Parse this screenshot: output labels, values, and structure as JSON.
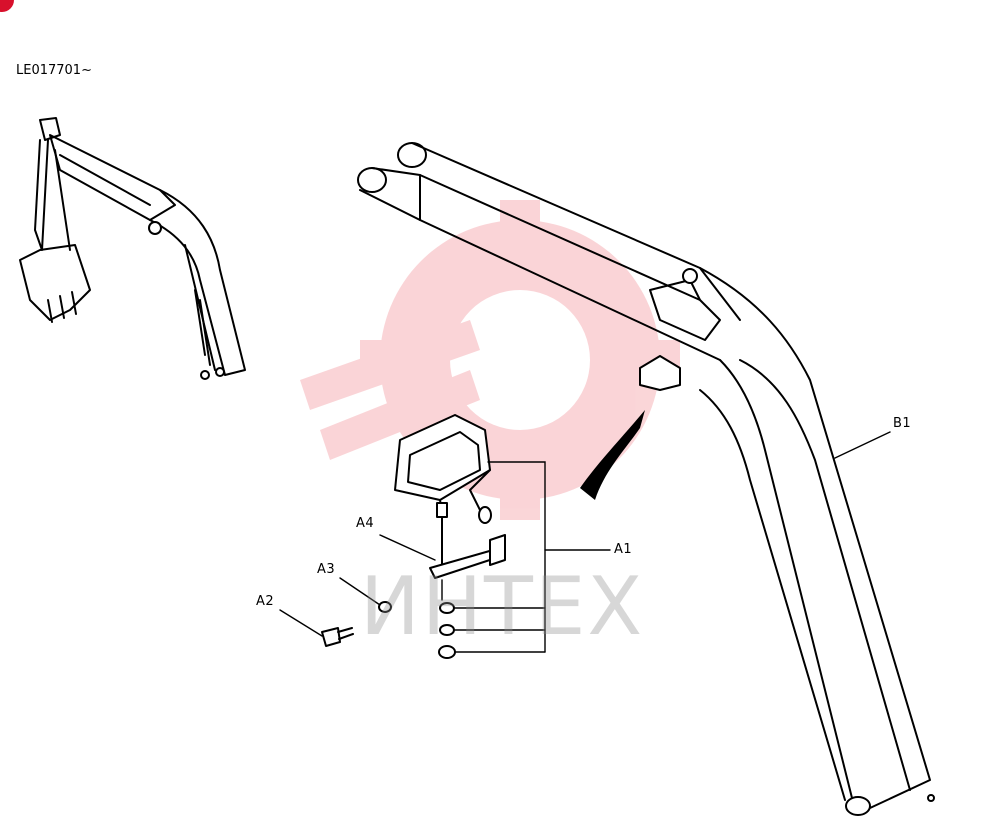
{
  "serial": "LE017701~",
  "callouts": {
    "b1": "B1",
    "a1": "A1",
    "a2": "A2",
    "a3": "A3",
    "a4": "A4"
  },
  "watermark": {
    "text": "ИНТЕХ",
    "color": "#e8303c"
  },
  "colors": {
    "line": "#000000",
    "corner_marker": "#d8102c"
  }
}
